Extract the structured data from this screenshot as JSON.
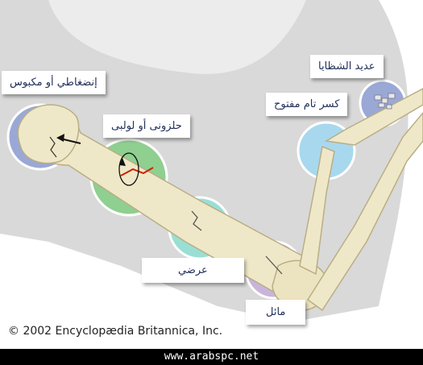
{
  "labels": {
    "comminuted": "عديد الشظايا",
    "open": "كسر تام مفتوح",
    "compression": "إنضغاطي أو مكبوس",
    "spiral": "حلزونى أو لولبى",
    "transverse": "عرضي",
    "oblique": "مائل"
  },
  "copyright": "© 2002 Encyclopædia Britannica, Inc.",
  "footer_url": "www.arabspc.net",
  "colors": {
    "background_shape": "#d9d9d9",
    "bone": "#efe8c8",
    "bone_outline": "#b9ae84",
    "circle_blue": "#9aa8d6",
    "circle_green": "#8fcf90",
    "circle_teal": "#9adfd4",
    "circle_lavender": "#c9b4dc",
    "circle_sky": "#a8d8ee",
    "fracture_red": "#cc2200",
    "label_text": "#22305a"
  }
}
